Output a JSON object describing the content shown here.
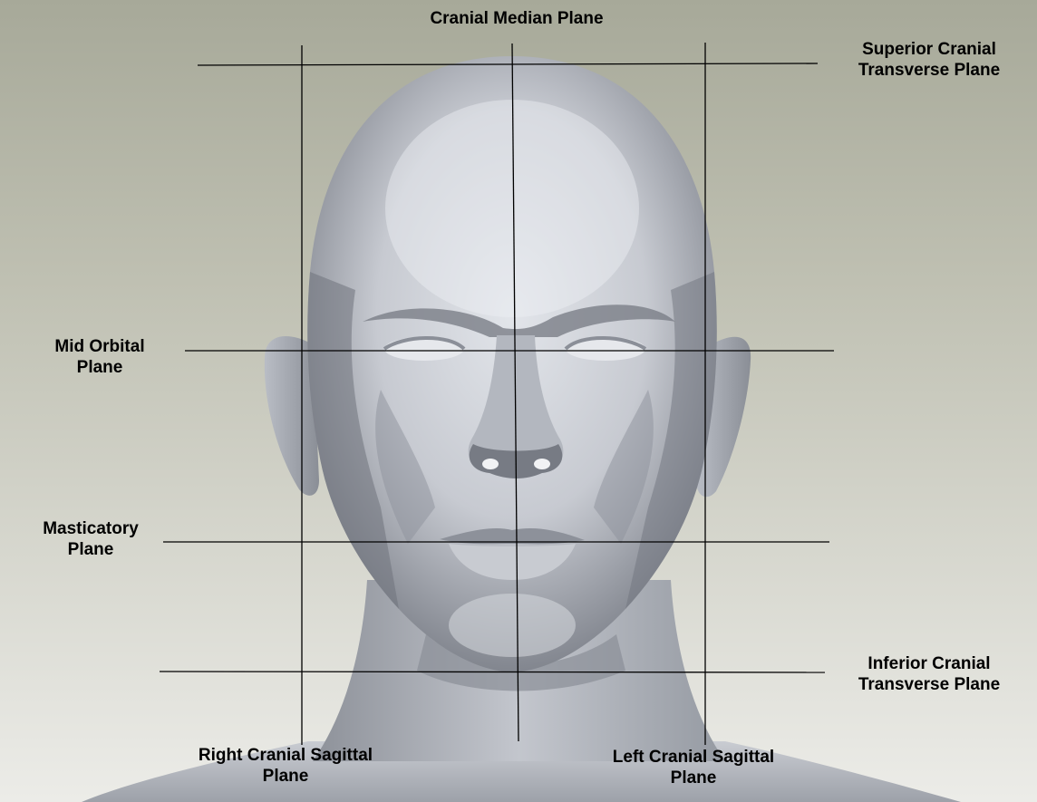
{
  "colors": {
    "background_top": "#a9ab9c",
    "background_bottom": "#e9e9e4",
    "head_light": "#dfe2e8",
    "head_mid": "#a9adb5",
    "head_dark": "#6e727a",
    "line": "#000000"
  },
  "labels": {
    "cranial_median": "Cranial Median Plane",
    "superior_transverse": {
      "line1": "Superior Cranial",
      "line2": "Transverse Plane"
    },
    "mid_orbital": {
      "line1": "Mid Orbital",
      "line2": "Plane"
    },
    "masticatory": {
      "line1": "Masticatory",
      "line2": "Plane"
    },
    "inferior_transverse": {
      "line1": "Inferior Cranial",
      "line2": "Transverse Plane"
    },
    "right_sagittal": {
      "line1": "Right Cranial Sagittal",
      "line2": "Plane"
    },
    "left_sagittal": {
      "line1": "Left Cranial Sagittal",
      "line2": "Plane"
    }
  }
}
